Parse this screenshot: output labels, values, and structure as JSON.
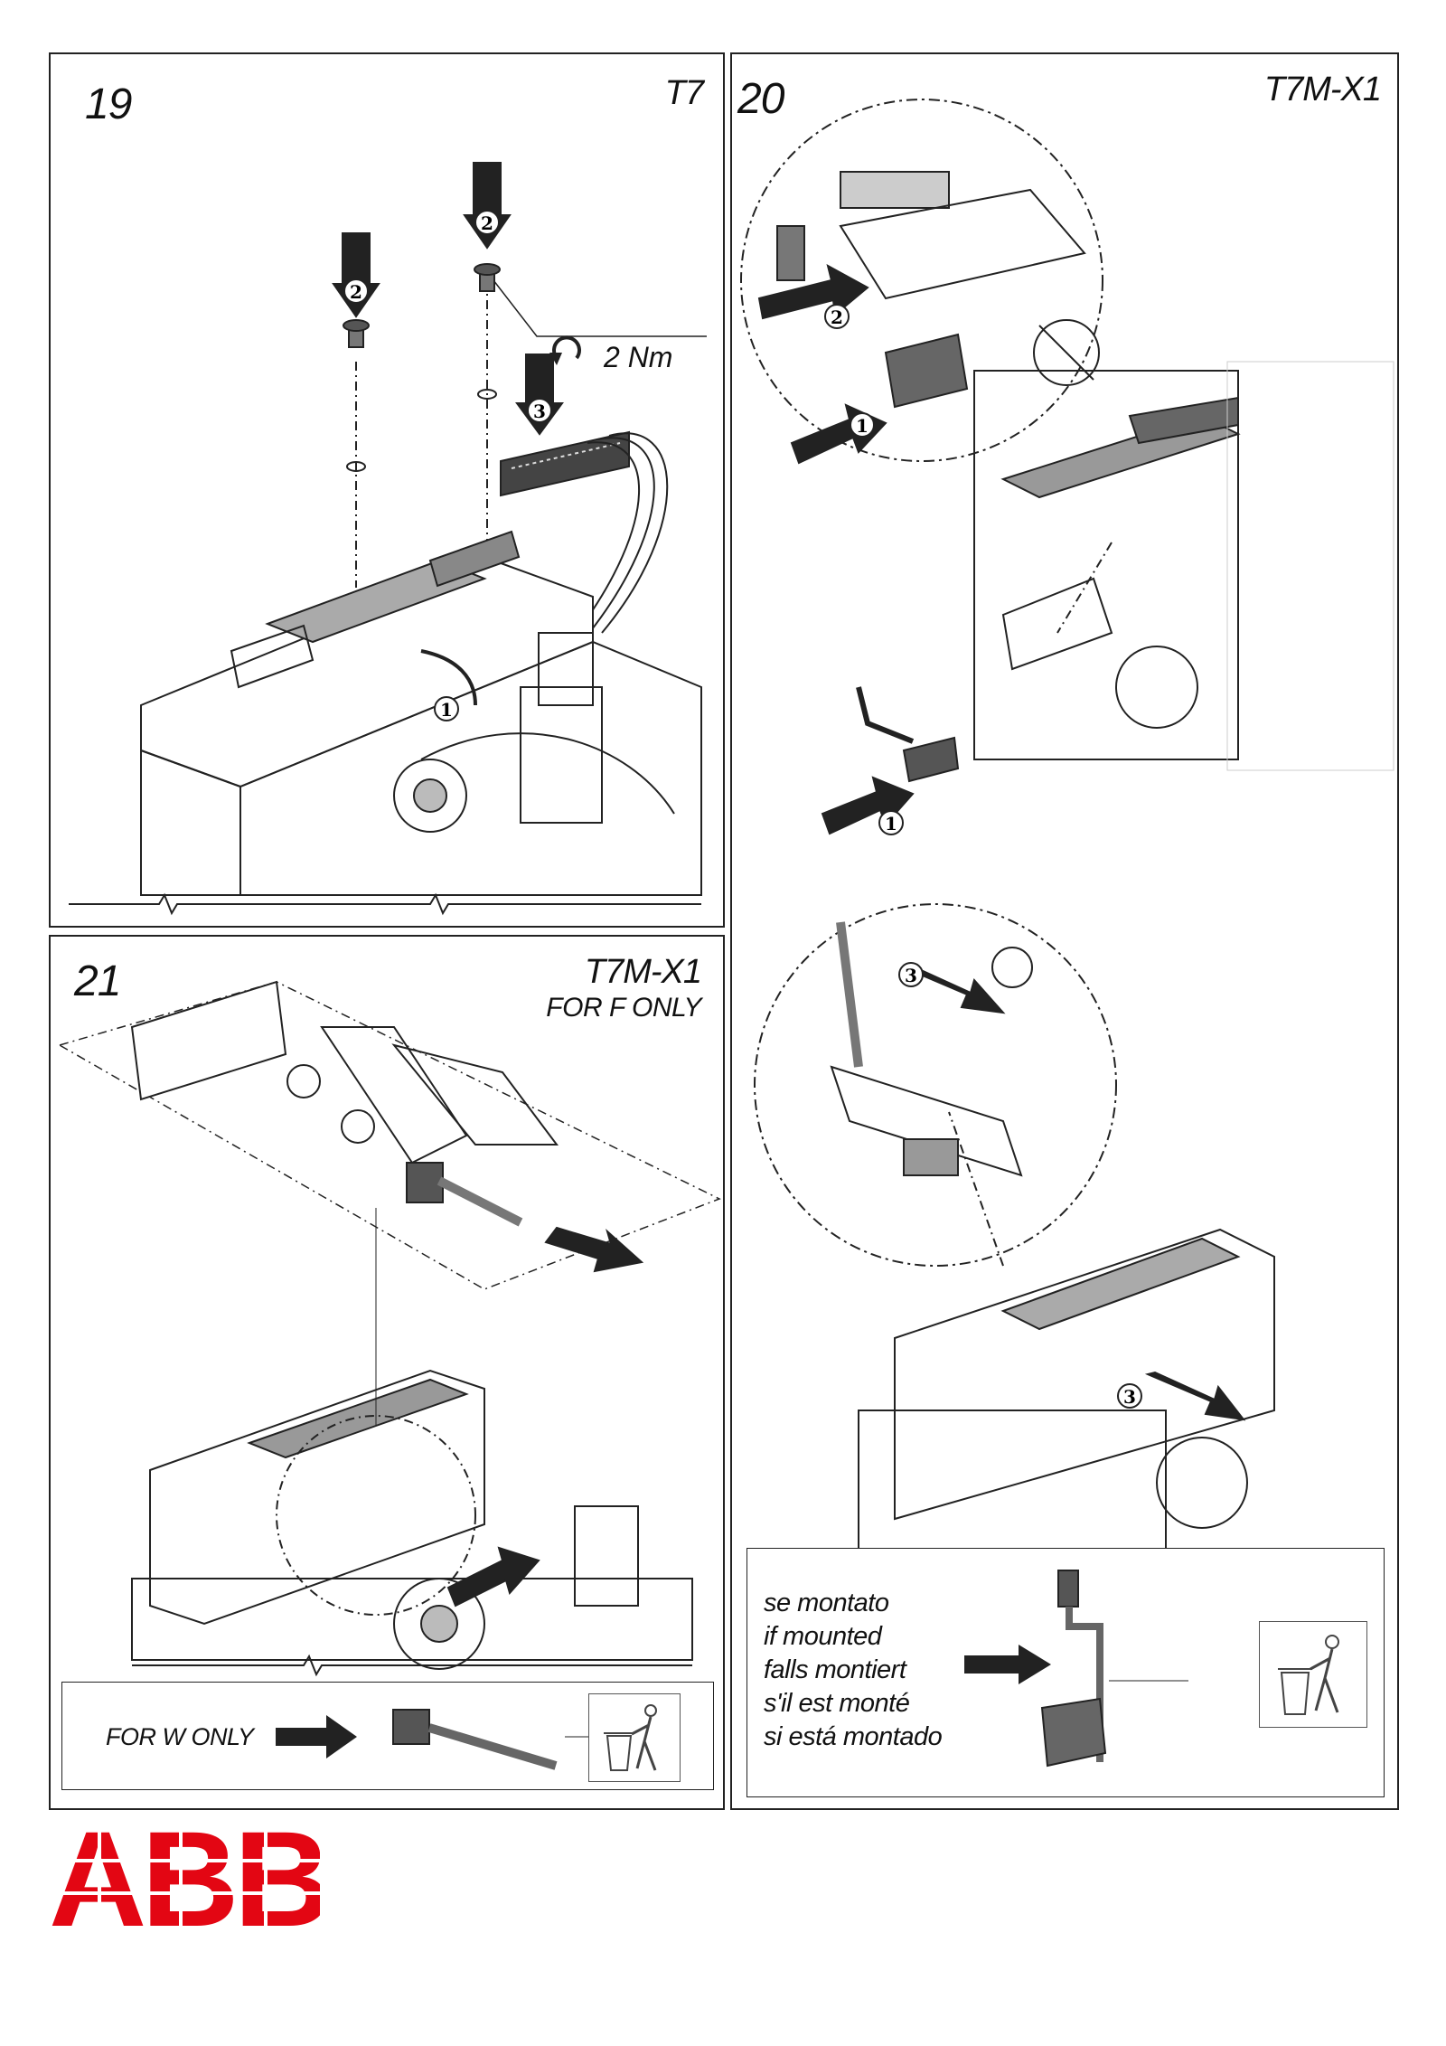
{
  "panels": {
    "p19": {
      "step": "19",
      "model": "T7",
      "torque": "2 Nm",
      "callouts": [
        "2",
        "2",
        "3",
        "1"
      ]
    },
    "p20": {
      "step": "20",
      "model": "T7M-X1",
      "callouts": [
        "2",
        "1",
        "1",
        "3",
        "3"
      ]
    },
    "p21": {
      "step": "21",
      "model": "T7M-X1",
      "subtitle": "FOR F ONLY",
      "note": "FOR W ONLY"
    }
  },
  "mounted_note": {
    "lines": [
      "se montato",
      "if mounted",
      "falls montiert",
      "s'il est monté",
      "si está montado"
    ]
  },
  "icons": {
    "callout": "numbered-triangle-icon",
    "torque": "rotation-arrow-icon",
    "disposal": "trash-bin-icon"
  },
  "brand": {
    "name": "ABB",
    "color": "#e30613"
  }
}
